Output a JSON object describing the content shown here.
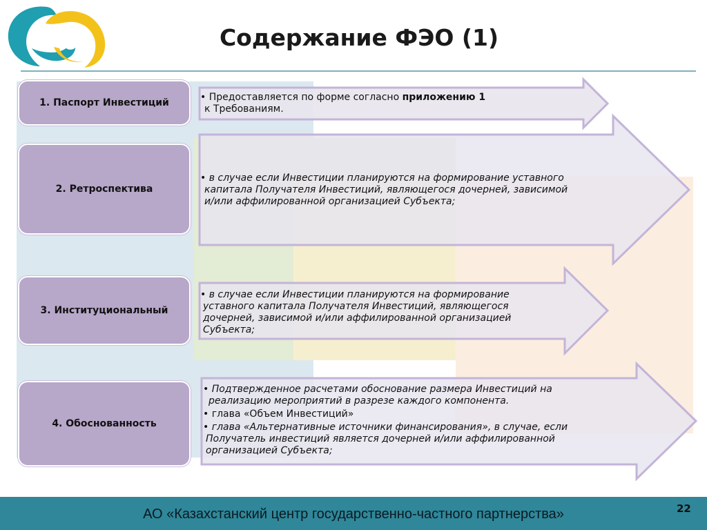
{
  "slide": {
    "title": "Содержание ФЭО (1)",
    "page_number": "22"
  },
  "footer": {
    "organization": "АО «Казахстанский центр государственно-частного партнерства»"
  },
  "colors": {
    "step_box": "#b7a7c9",
    "arrow_fill": "#e8e5ee",
    "arrow_stroke": "#c3b4d8",
    "footer_bar": "#2f8799",
    "logo_teal": "#1f9fb0",
    "logo_yellow": "#f3c21a"
  },
  "steps": [
    {
      "label": "1. Паспорт Инвестиций",
      "bullets": [
        {
          "lines": [
            "• Предоставляется по форме согласно ",
            "к Требованиям."
          ],
          "bold": "приложению 1",
          "italic": false
        }
      ]
    },
    {
      "label": "2. Ретроспектива",
      "bullets": [
        {
          "lines": [
            "• в случае если Инвестиции планируются на формирование уставного",
            "капитала Получателя Инвестиций, являющегося дочерней, зависимой",
            "и/или аффилированной организацией Субъекта;"
          ],
          "italic": true
        }
      ]
    },
    {
      "label": "3. Институциональный",
      "bullets": [
        {
          "lines": [
            "• в случае если Инвестиции планируются на формирование",
            "уставного капитала Получателя Инвестиций, являющегося",
            "дочерней, зависимой и/или аффилированной организацией",
            "Субъекта;"
          ],
          "italic": true
        }
      ]
    },
    {
      "label": "4. Обоснованность",
      "bullets": [
        {
          "lines": [
            "• Подтвержденное расчетами обоснование размера Инвестиций на",
            "реализацию мероприятий в разрезе каждого компонента."
          ],
          "italic": true
        },
        {
          "lines": [
            "• глава «Объем Инвестиций»"
          ],
          "italic": false
        },
        {
          "lines": [
            "• глава «Альтернативные источники финансирования», в случае, если",
            "Получатель инвестиций является дочерней и/или аффилированной",
            "организацией Субъекта;"
          ],
          "italic": true
        }
      ]
    }
  ]
}
